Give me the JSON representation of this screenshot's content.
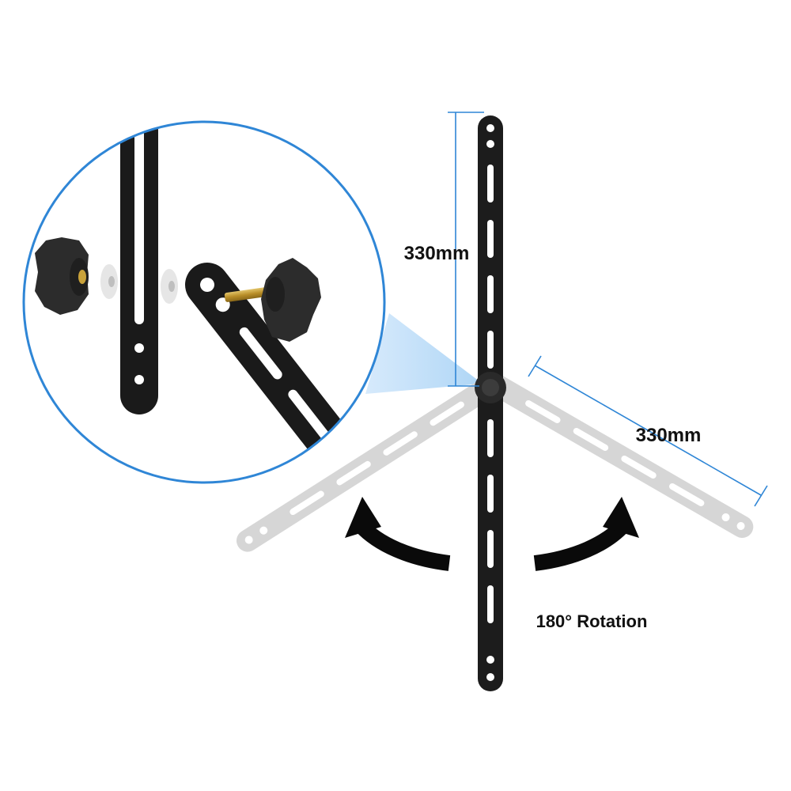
{
  "dimensions": {
    "vertical_length": "330mm",
    "horizontal_length": "330mm"
  },
  "rotation_label": "180° Rotation",
  "colors": {
    "bracket": "#1c1c1c",
    "bracket_ghost": "#d6d6d6",
    "dimension_line": "#2f86d6",
    "zoom_circle": "#2f86d6",
    "zoom_wedge": "#a9d3f5",
    "arrow": "#0a0a0a",
    "brass_screw": "#c9a23a",
    "washer": "#e6e6e6"
  },
  "icons": {
    "rotate_left": "curved-arrow-left-icon",
    "rotate_right": "curved-arrow-right-icon",
    "knob": "star-knob-icon"
  }
}
